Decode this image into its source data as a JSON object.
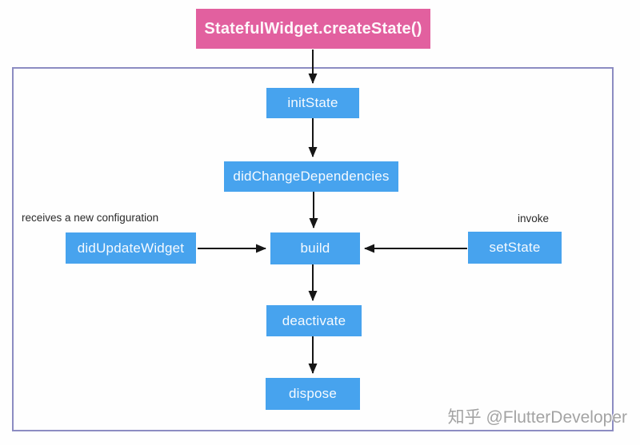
{
  "diagram": {
    "title_box": {
      "label": "StatefulWidget.createState()"
    },
    "nodes": {
      "init_state": "initState",
      "did_change_dependencies": "didChangeDependencies",
      "did_update_widget": "didUpdateWidget",
      "build": "build",
      "set_state": "setState",
      "deactivate": "deactivate",
      "dispose": "dispose"
    },
    "annotations": {
      "did_update_widget_note": "receives a new configuration",
      "set_state_note": "invoke"
    },
    "colors": {
      "title_box_fill": "#e2609f",
      "node_fill": "#47a3ee",
      "frame_border": "#8c8cc2",
      "arrow": "#161616"
    }
  },
  "watermark": {
    "text": "知乎 @FlutterDeveloper"
  }
}
